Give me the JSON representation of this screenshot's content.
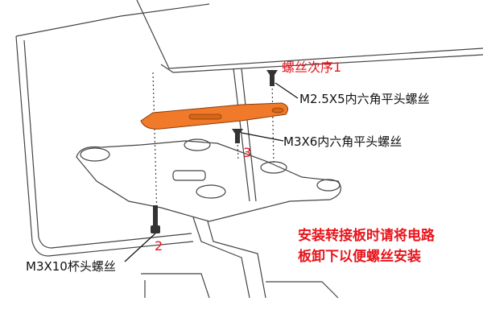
{
  "labels": {
    "order_title": "螺丝次序1",
    "screw_1": "M2.5X5内六角平头螺丝",
    "screw_3": "M3X6内六角平头螺丝",
    "screw_2": "M3X10杯头螺丝",
    "num_2": "2",
    "num_3": "3",
    "note_line1": "安装转接板时请将电路",
    "note_line2": "板卸下以便螺丝安装"
  },
  "colors": {
    "plate": "#f07a2a",
    "accent_red": "#e8141b",
    "line": "#333333"
  }
}
